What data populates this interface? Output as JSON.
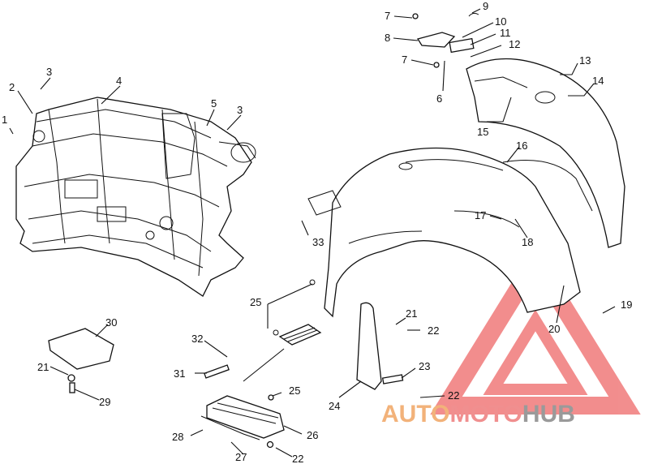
{
  "diagram": {
    "callouts": [
      {
        "id": "c1",
        "text": "1"
      },
      {
        "id": "c2",
        "text": "2"
      },
      {
        "id": "c3a",
        "text": "3"
      },
      {
        "id": "c3b",
        "text": "3"
      },
      {
        "id": "c4",
        "text": "4"
      },
      {
        "id": "c5",
        "text": "5"
      },
      {
        "id": "c6",
        "text": "6"
      },
      {
        "id": "c7a",
        "text": "7"
      },
      {
        "id": "c7b",
        "text": "7"
      },
      {
        "id": "c8",
        "text": "8"
      },
      {
        "id": "c9",
        "text": "9"
      },
      {
        "id": "c10",
        "text": "10"
      },
      {
        "id": "c11",
        "text": "11"
      },
      {
        "id": "c12",
        "text": "12"
      },
      {
        "id": "c13",
        "text": "13"
      },
      {
        "id": "c14",
        "text": "14"
      },
      {
        "id": "c15",
        "text": "15"
      },
      {
        "id": "c16",
        "text": "16"
      },
      {
        "id": "c17",
        "text": "17"
      },
      {
        "id": "c18",
        "text": "18"
      },
      {
        "id": "c19",
        "text": "19"
      },
      {
        "id": "c20",
        "text": "20"
      },
      {
        "id": "c21a",
        "text": "21"
      },
      {
        "id": "c21b",
        "text": "21"
      },
      {
        "id": "c22a",
        "text": "22"
      },
      {
        "id": "c22b",
        "text": "22"
      },
      {
        "id": "c22c",
        "text": "22"
      },
      {
        "id": "c23",
        "text": "23"
      },
      {
        "id": "c24",
        "text": "24"
      },
      {
        "id": "c25a",
        "text": "25"
      },
      {
        "id": "c25b",
        "text": "25"
      },
      {
        "id": "c26",
        "text": "26"
      },
      {
        "id": "c27",
        "text": "27"
      },
      {
        "id": "c28",
        "text": "28"
      },
      {
        "id": "c29",
        "text": "29"
      },
      {
        "id": "c30",
        "text": "30"
      },
      {
        "id": "c31",
        "text": "31"
      },
      {
        "id": "c32",
        "text": "32"
      },
      {
        "id": "c33",
        "text": "33"
      }
    ]
  },
  "watermark": {
    "part1": "AUTO",
    "part2": "MOTO",
    "part3": "HUB",
    "colors": {
      "auto": "#f2b27a",
      "moto": "#f08f8f",
      "hub": "#9a9a9a",
      "triangle": "#f07a7a"
    }
  }
}
